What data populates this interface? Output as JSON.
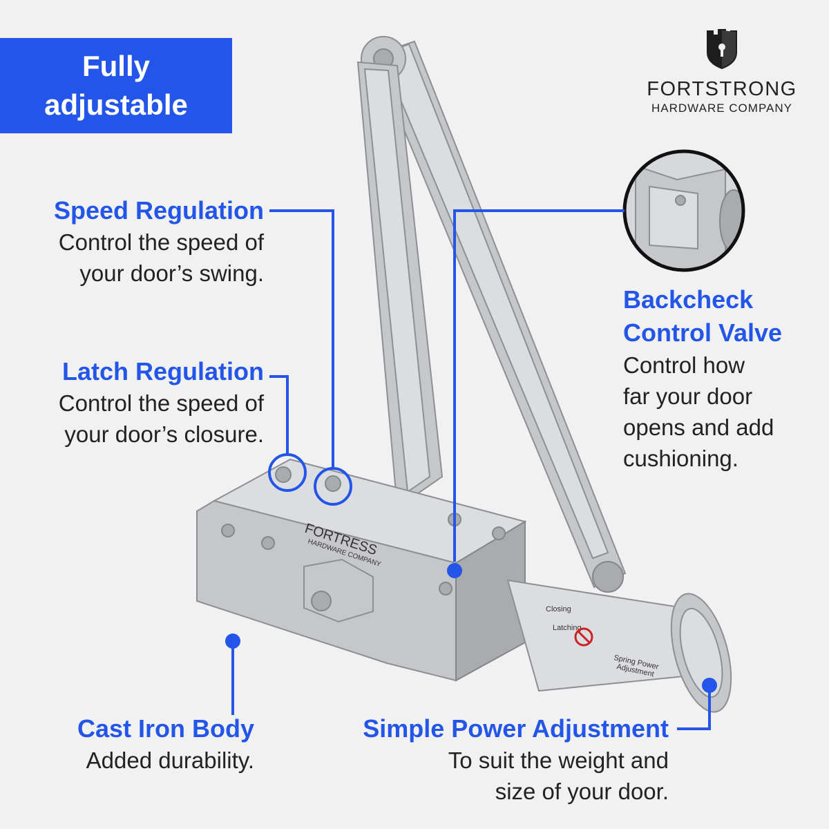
{
  "badge": {
    "line1": "Fully",
    "line2": "adjustable"
  },
  "brand": {
    "name": "FORTSTRONG",
    "subtitle": "HARDWARE COMPANY",
    "logo_icon": "shield-keyhole-icon"
  },
  "product": {
    "body_brand": "FORTRESS",
    "body_brand_sub": "HARDWARE COMPANY",
    "cylinder_label_1": "Closing",
    "cylinder_label_2": "Latching",
    "cylinder_label_3": "Spring Power",
    "cylinder_label_4": "Adjustment"
  },
  "features": {
    "speed": {
      "title": "Speed Regulation",
      "line1": "Control the speed of",
      "line2": "your door’s swing."
    },
    "latch": {
      "title": "Latch Regulation",
      "line1": "Control the speed of",
      "line2": "your door’s closure."
    },
    "backcheck": {
      "title1": "Backcheck",
      "title2": "Control Valve",
      "line1": "Control how",
      "line2": "far your door",
      "line3": "opens and add",
      "line4": "cushioning."
    },
    "castiron": {
      "title": "Cast Iron Body",
      "line1": "Added durability."
    },
    "power": {
      "title": "Simple Power Adjustment",
      "line1": "To suit the weight and",
      "line2": "size of your door."
    }
  },
  "colors": {
    "accent": "#2356e8",
    "background": "#f1f1f1",
    "badge_text": "#ffffff",
    "text": "#222222"
  }
}
